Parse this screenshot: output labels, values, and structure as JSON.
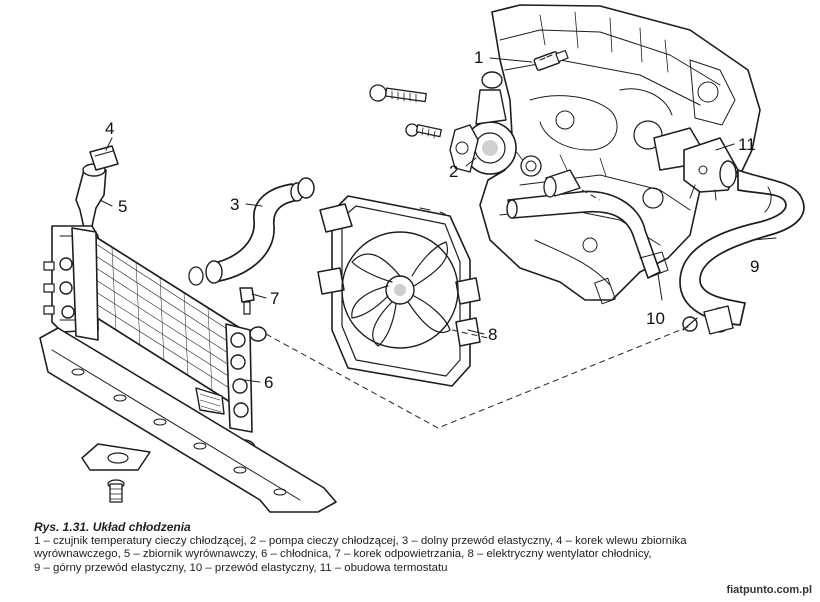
{
  "callouts": [
    "1",
    "2",
    "3",
    "4",
    "5",
    "6",
    "7",
    "8",
    "9",
    "10",
    "11"
  ],
  "caption": {
    "title": "Rys. 1.31. Układ chłodzenia",
    "lines": [
      "1 – czujnik temperatury cieczy chłodzącej, 2 – pompa cieczy chłodzącej, 3 – dolny przewód elastyczny, 4 – korek wlewu zbiornika",
      "wyrównawczego, 5 – zbiornik wyrównawczy, 6 – chłodnica, 7 – korek odpowietrzania, 8 – elektryczny wentylator chłodnicy,",
      "9 – górny przewód elastyczny, 10 – przewód elastyczny, 11 – obudowa termostatu"
    ]
  },
  "watermark": "fiatpunto.com.pl"
}
